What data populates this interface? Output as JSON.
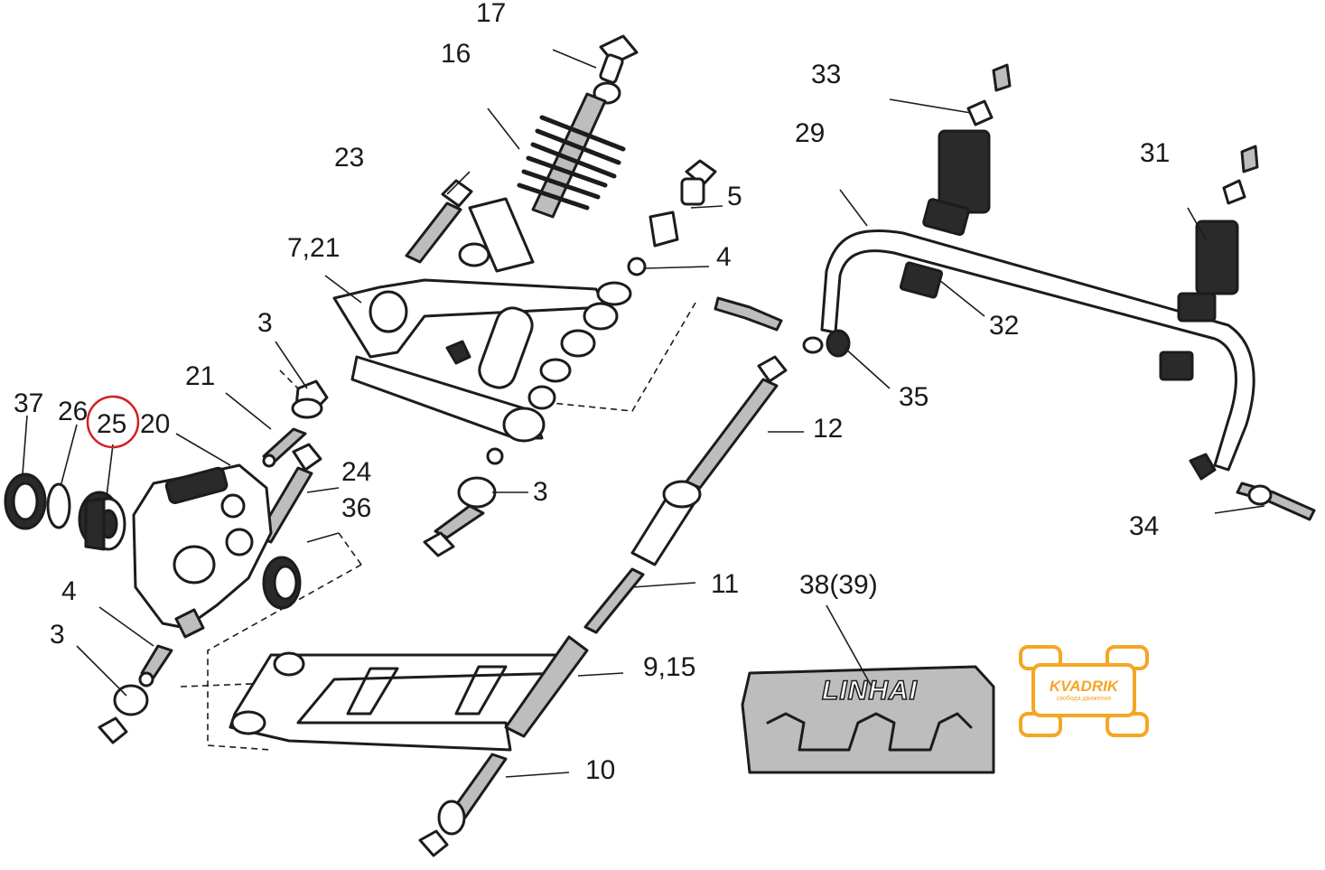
{
  "brand": {
    "name": "LINHAI"
  },
  "watermark": {
    "name": "KVADRIK",
    "tagline": "свобода движения",
    "color": "#f5a623"
  },
  "highlight": {
    "part": "25",
    "color": "#d32020"
  },
  "callouts": [
    {
      "key": "c17",
      "text": "17"
    },
    {
      "key": "c16",
      "text": "16"
    },
    {
      "key": "c33",
      "text": "33"
    },
    {
      "key": "c29",
      "text": "29"
    },
    {
      "key": "c31",
      "text": "31"
    },
    {
      "key": "c23",
      "text": "23"
    },
    {
      "key": "c5",
      "text": "5"
    },
    {
      "key": "c721",
      "text": "7,21"
    },
    {
      "key": "c4a",
      "text": "4"
    },
    {
      "key": "c32",
      "text": "32"
    },
    {
      "key": "c3a",
      "text": "3"
    },
    {
      "key": "c21",
      "text": "21"
    },
    {
      "key": "c35",
      "text": "35"
    },
    {
      "key": "c37",
      "text": "37"
    },
    {
      "key": "c26",
      "text": "26"
    },
    {
      "key": "c25",
      "text": "25"
    },
    {
      "key": "c20",
      "text": "20"
    },
    {
      "key": "c12",
      "text": "12"
    },
    {
      "key": "c24",
      "text": "24"
    },
    {
      "key": "c3b",
      "text": "3"
    },
    {
      "key": "c36",
      "text": "36"
    },
    {
      "key": "c34",
      "text": "34"
    },
    {
      "key": "c38",
      "text": "38(39)"
    },
    {
      "key": "c11",
      "text": "11"
    },
    {
      "key": "c4b",
      "text": "4"
    },
    {
      "key": "c3c",
      "text": "3"
    },
    {
      "key": "c915",
      "text": "9,15"
    },
    {
      "key": "c10",
      "text": "10"
    }
  ]
}
